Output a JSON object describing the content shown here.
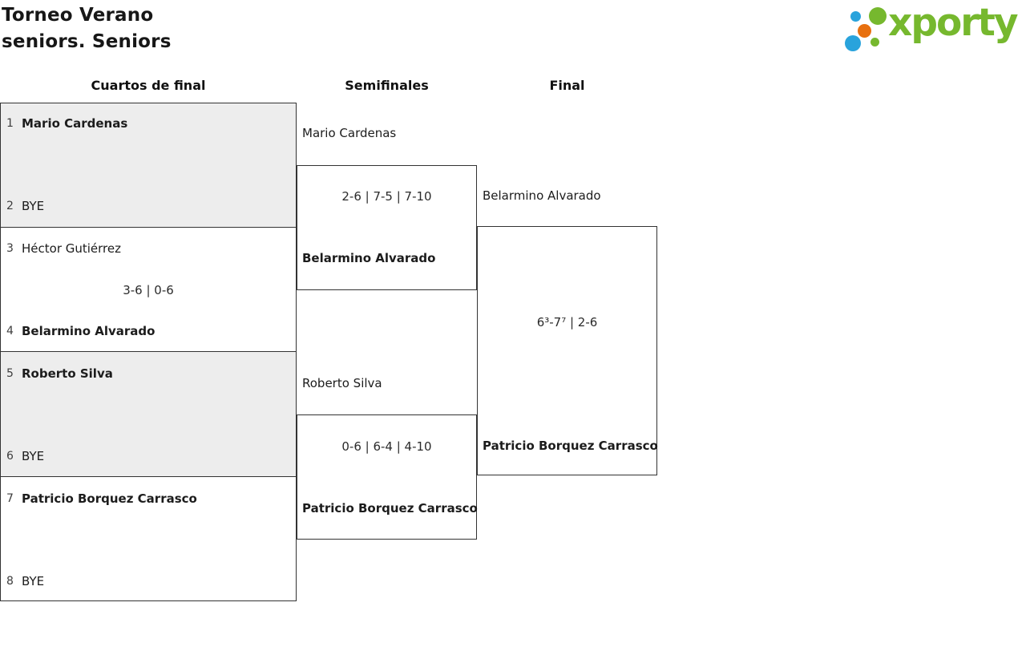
{
  "header": {
    "title_line1": "Torneo Verano",
    "title_line2": "seniors. Seniors"
  },
  "logo": {
    "text": "xporty",
    "colors": {
      "green": "#76b82e",
      "blue": "#29a3dc",
      "orange": "#e8700f"
    }
  },
  "round_headers": {
    "quarterfinals": "Cuartos de final",
    "semifinals": "Semifinales",
    "final": "Final"
  },
  "quarterfinals": [
    {
      "seed1": "1",
      "player1": "Mario Cardenas",
      "seed2": "2",
      "player2": "BYE",
      "score": ""
    },
    {
      "seed1": "3",
      "player1": "Héctor Gutiérrez",
      "seed2": "4",
      "player2": "Belarmino Alvarado",
      "score": "3-6 | 0-6"
    },
    {
      "seed1": "5",
      "player1": "Roberto Silva",
      "seed2": "6",
      "player2": "BYE",
      "score": ""
    },
    {
      "seed1": "7",
      "player1": "Patricio Borquez Carrasco",
      "seed2": "8",
      "player2": "BYE",
      "score": ""
    }
  ],
  "semifinals": [
    {
      "player1": "Mario Cardenas",
      "player2": "Belarmino Alvarado",
      "score": "2-6 | 7-5 | 7-10"
    },
    {
      "player1": "Roberto Silva",
      "player2": "Patricio Borquez Carrasco",
      "score": "0-6 | 6-4 | 4-10"
    }
  ],
  "final": {
    "player1": "Belarmino Alvarado",
    "player2": "Patricio Borquez Carrasco",
    "score": "6³-7⁷ | 2-6"
  },
  "colors": {
    "box_border": "#333333",
    "shaded_box_bg": "#ededed",
    "text": "#1c1c1c"
  }
}
